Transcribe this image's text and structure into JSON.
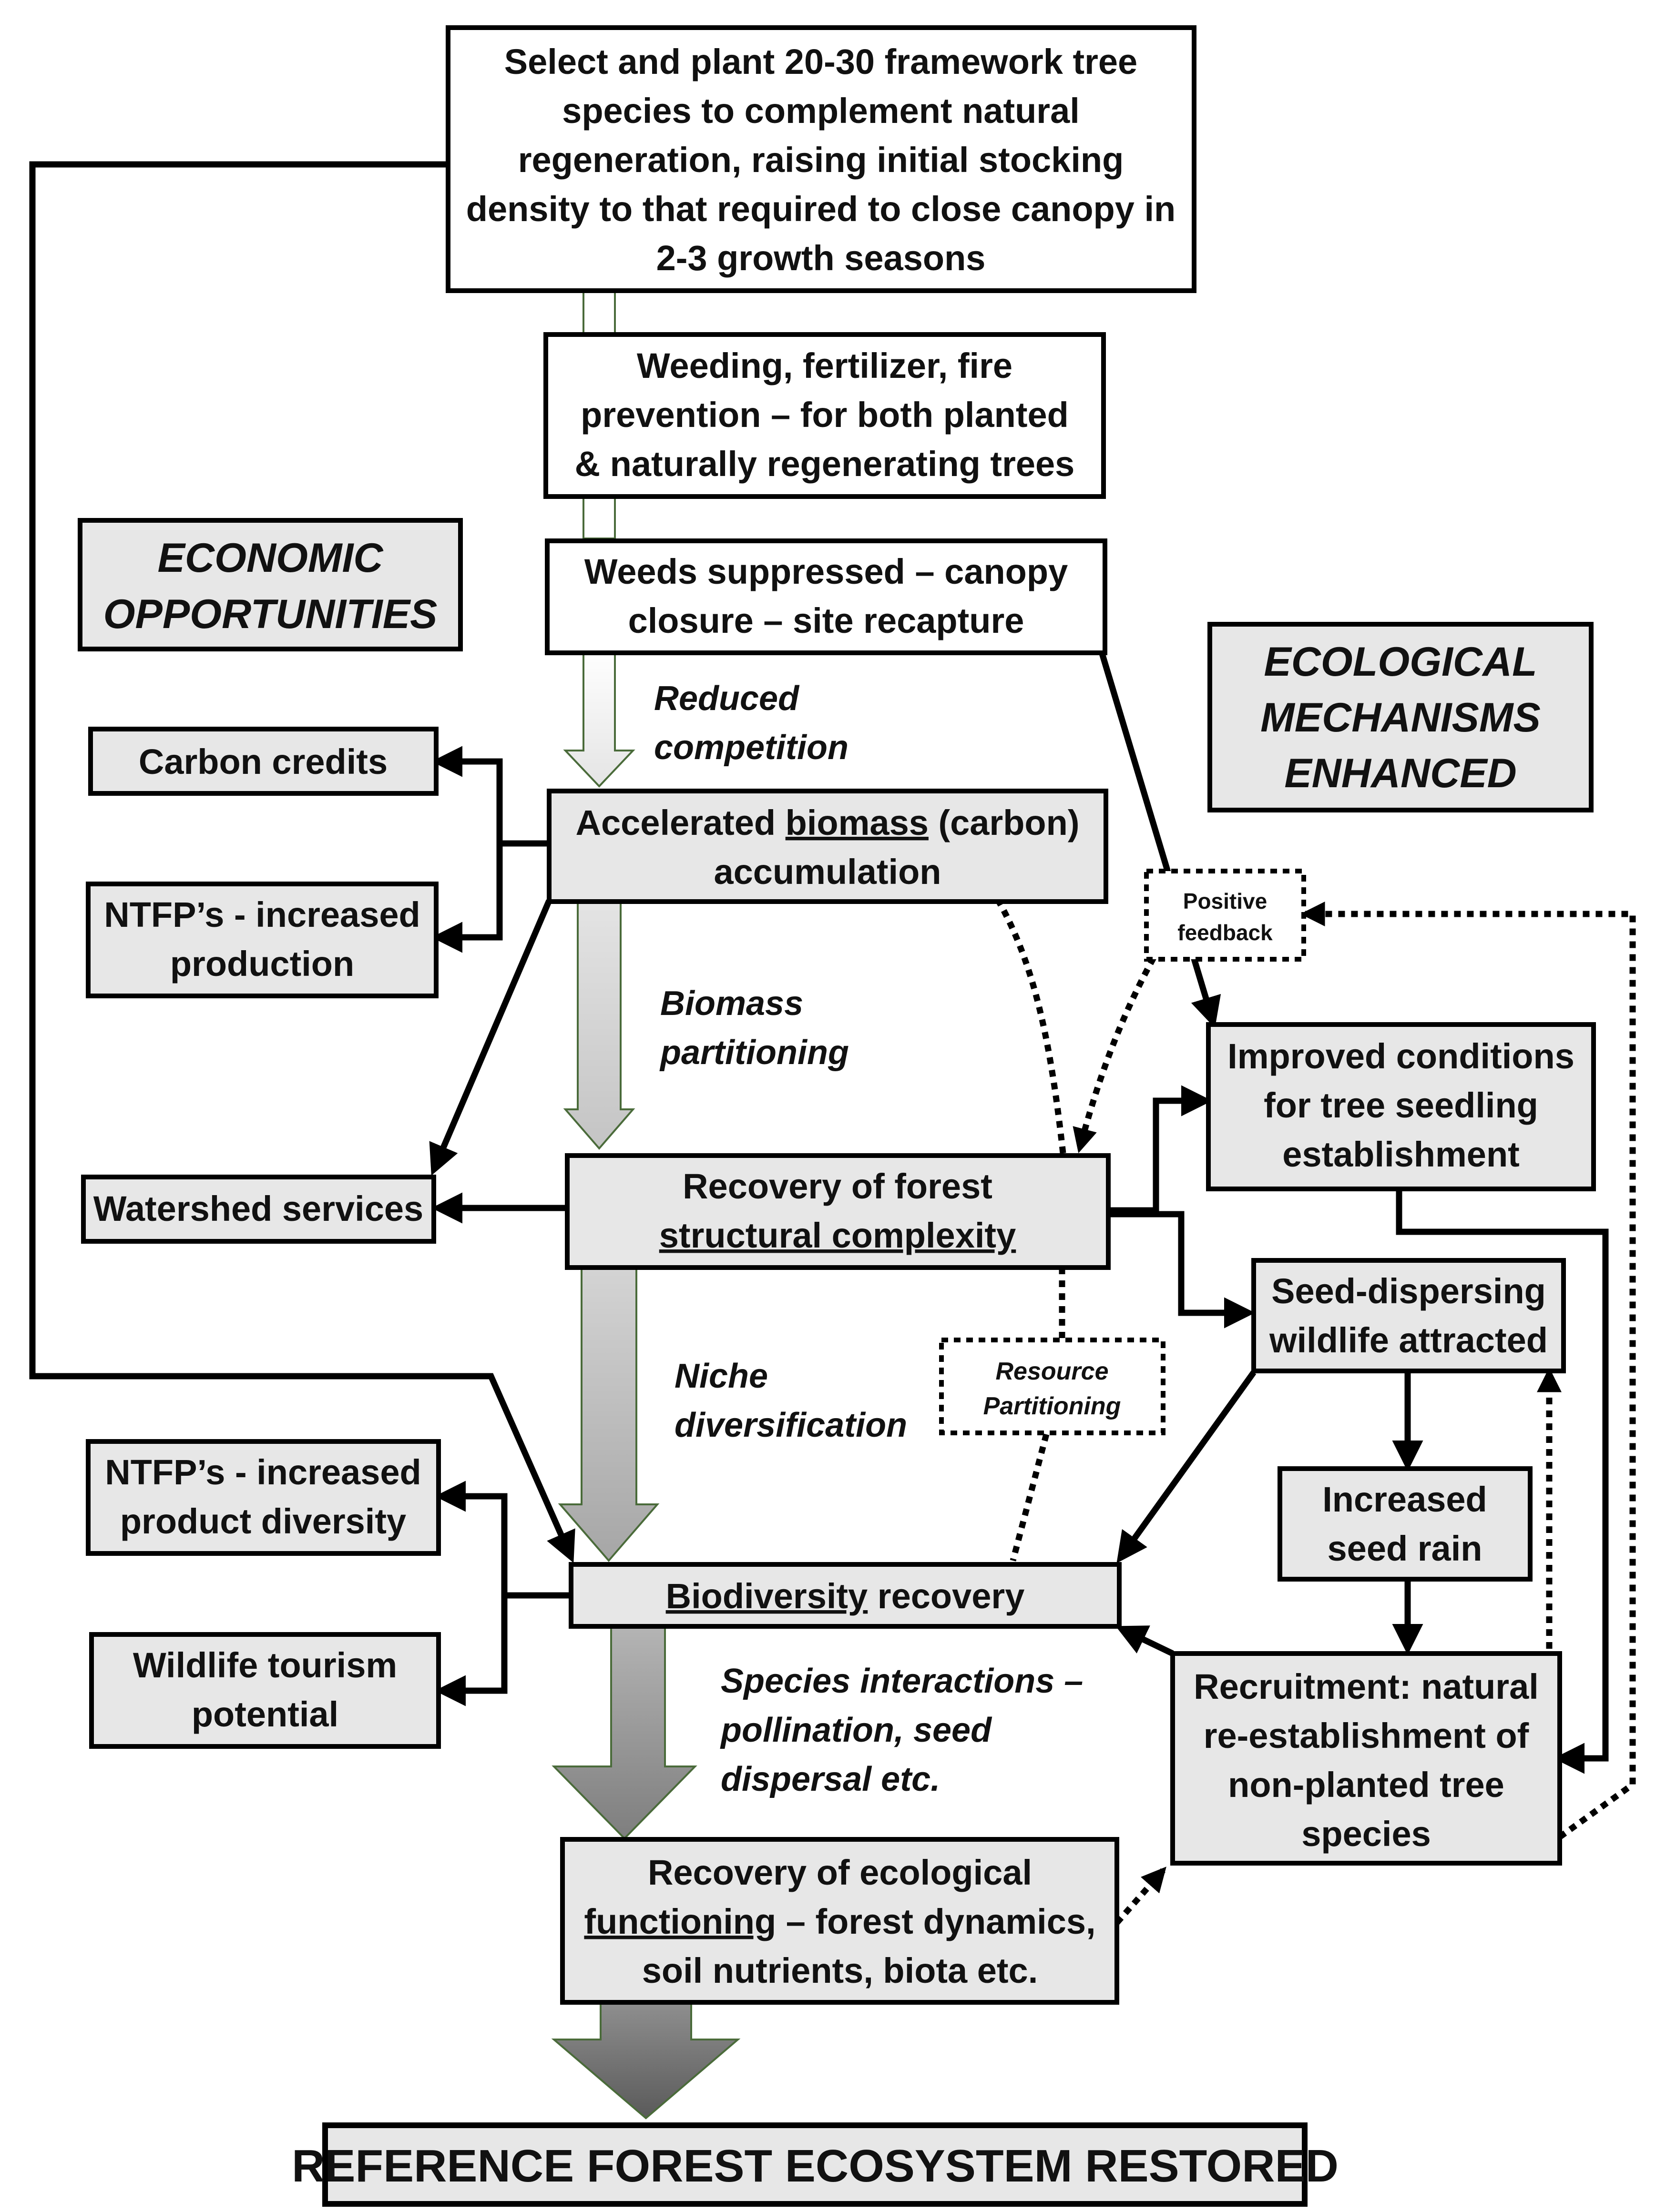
{
  "headers": {
    "economic": [
      "ECONOMIC",
      "OPPORTUNITIES"
    ],
    "ecological": [
      "ECOLOGICAL",
      "MECHANISMS",
      "ENHANCED"
    ]
  },
  "boxes": {
    "select_plant": [
      "Select and plant 20-30 framework tree",
      "species to complement natural",
      "regeneration, raising initial stocking",
      "density to that required to close canopy in",
      "2-3 growth seasons"
    ],
    "weeding": [
      "Weeding, fertilizer, fire",
      "prevention – for both planted",
      "& naturally regenerating trees"
    ],
    "weeds_suppressed": [
      "Weeds suppressed – canopy",
      "closure – site recapture"
    ],
    "biomass": {
      "line1": {
        "pre": "Accelerated ",
        "u": "biomass",
        "post": " (carbon)"
      },
      "line2": "accumulation"
    },
    "structural": {
      "line1": "Recovery of forest",
      "line2_underlined": "structural complexity"
    },
    "biodiversity": {
      "u": "Biodiversity",
      "post": " recovery"
    },
    "ecological_functioning": {
      "line1": "Recovery of ecological",
      "line2": {
        "u": "functioning",
        "post": " – forest dynamics,"
      },
      "line3": "soil nutrients, biota etc."
    },
    "carbon_credits": [
      "Carbon credits"
    ],
    "ntfp_production": [
      "NTFP’s - increased",
      "production"
    ],
    "watershed": [
      "Watershed services"
    ],
    "ntfp_diversity": [
      "NTFP’s - increased",
      "product diversity"
    ],
    "wildlife_tourism": [
      "Wildlife tourism",
      "potential"
    ],
    "improved_conditions": [
      "Improved conditions",
      "for tree seedling",
      "establishment"
    ],
    "seed_dispersing": [
      "Seed-dispersing",
      "wildlife attracted"
    ],
    "seed_rain": [
      "Increased",
      "seed rain"
    ],
    "recruitment": [
      "Recruitment: natural",
      "re-establishment of",
      "non-planted tree",
      "species"
    ],
    "final": "REFERENCE FOREST ECOSYSTEM RESTORED"
  },
  "labels": {
    "reduced_competition": [
      "Reduced",
      "competition"
    ],
    "biomass_partitioning": [
      "Biomass",
      "partitioning"
    ],
    "niche_diversification": [
      "Niche",
      "diversification"
    ],
    "species_interactions": [
      "Species interactions –",
      "pollination, seed",
      "dispersal etc."
    ]
  },
  "feedback": {
    "positive": [
      "Positive",
      "feedback"
    ],
    "resource": [
      "Resource",
      "Partitioning"
    ]
  },
  "colors": {
    "box_fill": "#e7e7e7",
    "white_fill": "#ffffff",
    "line": "#000000",
    "arrow_green": "#4a6b3a"
  }
}
